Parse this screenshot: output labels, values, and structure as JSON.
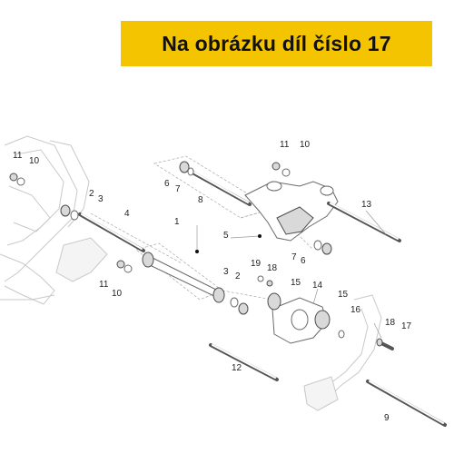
{
  "banner": {
    "text": "Na obrázku díl číslo 17",
    "background": "#f5c400"
  },
  "callouts": {
    "c1": "1",
    "c2a": "2",
    "c3a": "3",
    "c2b": "2",
    "c3b": "3",
    "c4": "4",
    "c5": "5",
    "c6a": "6",
    "c6b": "6",
    "c7a": "7",
    "c7b": "7",
    "c8": "8",
    "c9": "9",
    "c10a": "10",
    "c10b": "10",
    "c10c": "10",
    "c11a": "11",
    "c11b": "11",
    "c11c": "11",
    "c12": "12",
    "c13": "13",
    "c14": "14",
    "c15a": "15",
    "c15b": "15",
    "c16": "16",
    "c17": "17",
    "c18a": "18",
    "c18b": "18",
    "c19": "19"
  }
}
